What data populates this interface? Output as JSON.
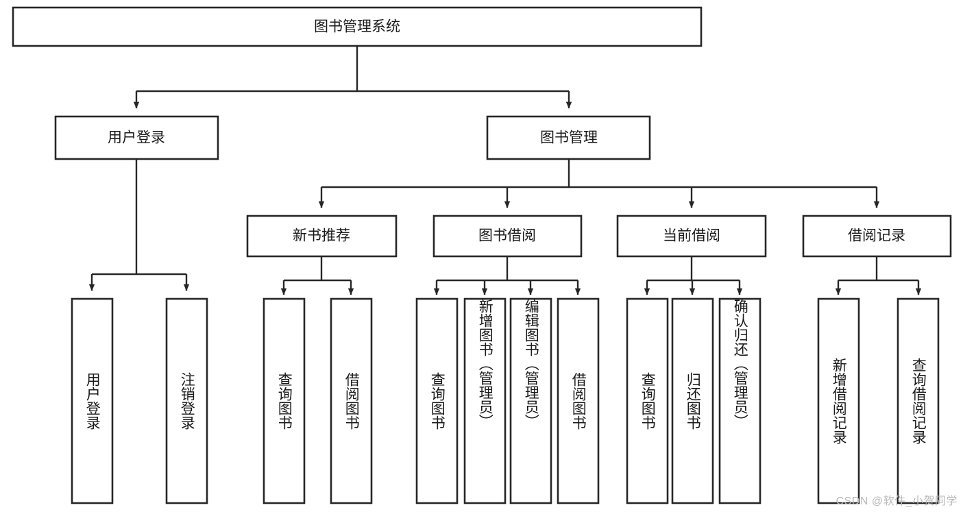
{
  "diagram": {
    "title": "图书管理系统",
    "type": "tree-hierarchy",
    "watermark": "CSDN @软件_小贺同学",
    "colors": {
      "stroke": "#262626",
      "fill": "#ffffff",
      "text": "#1a1a1a",
      "watermark": "#b9b9b9"
    },
    "root": {
      "label": "图书管理系统"
    },
    "level2": [
      {
        "label": "用户登录"
      },
      {
        "label": "图书管理"
      }
    ],
    "level3": [
      {
        "label": "新书推荐"
      },
      {
        "label": "图书借阅"
      },
      {
        "label": "当前借阅"
      },
      {
        "label": "借阅记录"
      }
    ],
    "leaves": {
      "user_login": [
        {
          "label": "用户登录"
        },
        {
          "label": "注销登录"
        }
      ],
      "new_book": [
        {
          "label": "查询图书"
        },
        {
          "label": "借阅图书"
        }
      ],
      "borrow_book": [
        {
          "label": "查询图书"
        },
        {
          "label": "新增图书（管理员）"
        },
        {
          "label": "编辑图书（管理员）"
        },
        {
          "label": "借阅图书"
        }
      ],
      "current_borrow": [
        {
          "label": "查询图书"
        },
        {
          "label": "归还图书"
        },
        {
          "label": "确认归还（管理员）"
        }
      ],
      "borrow_record": [
        {
          "label": "新增借阅记录"
        },
        {
          "label": "查询借阅记录"
        }
      ]
    }
  }
}
